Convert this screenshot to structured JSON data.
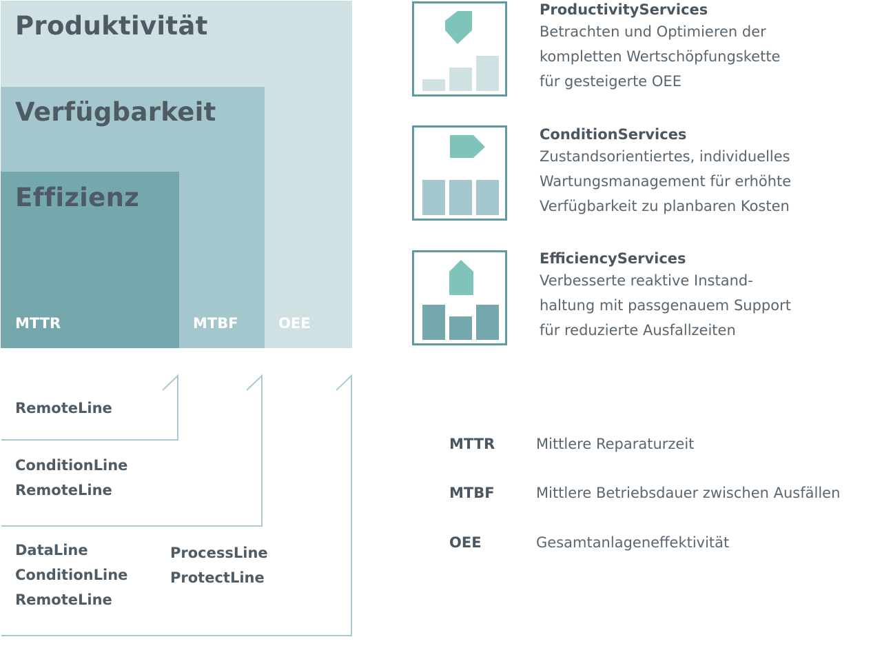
{
  "boxes": {
    "produktivitaet": "Produktivität",
    "verfuegbarkeit": "Verfügbarkeit",
    "effizienz": "Effizienz"
  },
  "metrics": {
    "mttr": "MTTR",
    "mtbf": "MTBF",
    "oee": "OEE"
  },
  "product_lines": {
    "tier1": [
      "RemoteLine"
    ],
    "tier2": [
      "ConditionLine",
      "RemoteLine"
    ],
    "tier3_left": [
      "DataLine",
      "ConditionLine",
      "RemoteLine"
    ],
    "tier3_right": [
      "ProcessLine",
      "ProtectLine"
    ]
  },
  "services": [
    {
      "icon": "productivity-services-icon",
      "title": "ProductivityServices",
      "lines": [
        "Betrachten und Optimieren der",
        "kompletten Wertschöpfungskette",
        "für gesteigerte OEE"
      ]
    },
    {
      "icon": "condition-services-icon",
      "title": "ConditionServices",
      "lines": [
        "Zustandsorientiertes, individuelles",
        "Wartungsmanagement für erhöhte",
        "Verfügbarkeit zu planbaren Kosten"
      ]
    },
    {
      "icon": "efficiency-services-icon",
      "title": "EfficiencyServices",
      "lines": [
        "Verbesserte reaktive Instand-",
        "haltung mit passgenauem Support",
        "für reduzierte Ausfallzeiten"
      ]
    }
  ],
  "glossary": [
    {
      "abbr": "MTTR",
      "definition": "Mittlere Reparaturzeit"
    },
    {
      "abbr": "MTBF",
      "definition": "Mittlere Betriebsdauer zwischen Ausfällen"
    },
    {
      "abbr": "OEE",
      "definition": "Gesamtanlageneffektivität"
    }
  ],
  "colors": {
    "light": "#d0e1e4",
    "medium": "#a3c7cc",
    "dark": "#74a8ad",
    "accent": "#7ec4ba",
    "frame": "#5f9aa0"
  }
}
